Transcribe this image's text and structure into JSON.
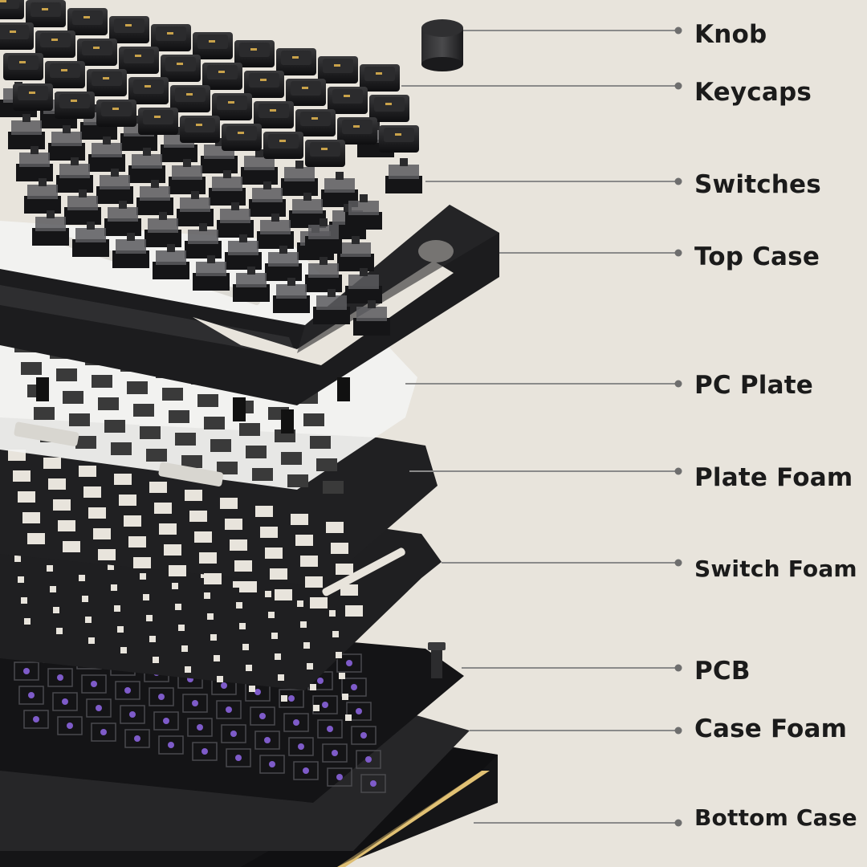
{
  "diagram": {
    "background": "#e8e4dc",
    "colors": {
      "dark": "#1d1d1f",
      "plate": "#f4f4f2",
      "foam": "#222224",
      "pcb_led": "#7e5bc9",
      "gold": "#c9a24a",
      "leader": "#8a8a8a"
    },
    "labels": [
      {
        "id": "knob",
        "text": "Knob"
      },
      {
        "id": "keycaps",
        "text": "Keycaps"
      },
      {
        "id": "switches",
        "text": "Switches"
      },
      {
        "id": "top-case",
        "text": "Top Case"
      },
      {
        "id": "pc-plate",
        "text": "PC Plate"
      },
      {
        "id": "plate-foam",
        "text": "Plate Foam"
      },
      {
        "id": "switch-foam",
        "text": "Switch Foam"
      },
      {
        "id": "pcb",
        "text": "PCB"
      },
      {
        "id": "case-foam",
        "text": "Case Foam"
      },
      {
        "id": "bottom-case",
        "text": "Bottom Case"
      }
    ]
  }
}
